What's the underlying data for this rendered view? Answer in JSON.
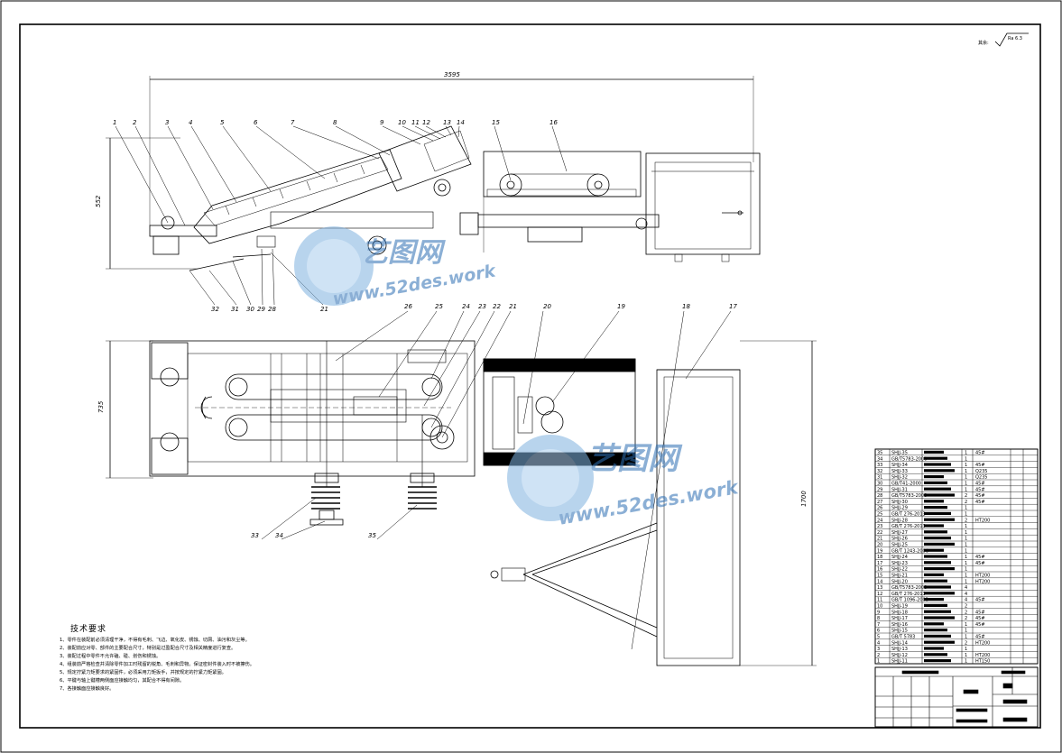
{
  "roughness": {
    "prefix": "其余:",
    "symbol": "√",
    "value": "Ra 6.3"
  },
  "dimensions": {
    "top_length": "3595",
    "left_height": "552",
    "plan_width": "735",
    "right_height": "1700"
  },
  "balloons_top": [
    "1",
    "2",
    "3",
    "4",
    "5",
    "6",
    "7",
    "8",
    "9",
    "10",
    "11",
    "12",
    "13",
    "14",
    "15",
    "16"
  ],
  "balloons_bottom_side": [
    "32",
    "31",
    "30",
    "29",
    "28",
    "21"
  ],
  "balloons_plan": [
    "26",
    "25",
    "24",
    "23",
    "22",
    "21",
    "20",
    "19",
    "18",
    "17"
  ],
  "balloons_plan_bottom": [
    "33",
    "34",
    "35"
  ],
  "watermark": {
    "brand": "艺图网",
    "url": "www.52des.work"
  },
  "requirements": {
    "title": "技术要求",
    "items": [
      "1、零件在装配前必须清理干净，不得有毛刺、飞边、氧化皮、锈蚀、切屑、油污和灰尘等。",
      "2、装配前应对零、部件的主要配合尺寸，特别是过盈配合尺寸及相关精度进行复查。",
      "3、装配过程中零件不允许磕、碰、划伤和锈蚀。",
      "4、组装前严格检查并清除零件加工时残留的锐角、毛刺和异物。保证密封件装入时不被擦伤。",
      "5、规定拧紧力矩要求的紧固件，必须采用力矩扳手，并按规定的拧紧力矩紧固。",
      "6、平键与轴上键槽两侧面应接触均匀，其配合不得有间隙。",
      "7、各接触面应接触良好。"
    ]
  },
  "bom": {
    "rows": [
      {
        "no": "35",
        "code": "SHJJ-35",
        "qty": "1",
        "mat": "45#"
      },
      {
        "no": "34",
        "code": "GB/T5783-2000",
        "qty": "1",
        "mat": ""
      },
      {
        "no": "33",
        "code": "SHJJ-34",
        "qty": "1",
        "mat": "45#"
      },
      {
        "no": "32",
        "code": "SHJJ-33",
        "qty": "1",
        "mat": "Q235"
      },
      {
        "no": "31",
        "code": "SHJJ-32",
        "qty": "1",
        "mat": "Q235"
      },
      {
        "no": "30",
        "code": "GB/T41-2000",
        "qty": "1",
        "mat": "45#"
      },
      {
        "no": "29",
        "code": "SHJJ-31",
        "qty": "1",
        "mat": "45#"
      },
      {
        "no": "28",
        "code": "GB/T5783-2000",
        "qty": "2",
        "mat": "45#"
      },
      {
        "no": "27",
        "code": "SHJJ-30",
        "qty": "2",
        "mat": "45#"
      },
      {
        "no": "26",
        "code": "SHJJ-29",
        "qty": "1",
        "mat": ""
      },
      {
        "no": "25",
        "code": "GB/T 276-2013",
        "qty": "1",
        "mat": ""
      },
      {
        "no": "24",
        "code": "SHJJ-28",
        "qty": "2",
        "mat": "HT200"
      },
      {
        "no": "23",
        "code": "GB/T 276-2013",
        "qty": "1",
        "mat": ""
      },
      {
        "no": "22",
        "code": "SHJJ-27",
        "qty": "1",
        "mat": ""
      },
      {
        "no": "21",
        "code": "SHJJ-26",
        "qty": "1",
        "mat": ""
      },
      {
        "no": "20",
        "code": "SHJJ-25",
        "qty": "1",
        "mat": ""
      },
      {
        "no": "19",
        "code": "GB/T 1243-2006",
        "qty": "1",
        "mat": ""
      },
      {
        "no": "18",
        "code": "SHJJ-24",
        "qty": "1",
        "mat": "45#"
      },
      {
        "no": "17",
        "code": "SHJJ-23",
        "qty": "1",
        "mat": "45#"
      },
      {
        "no": "16",
        "code": "SHJJ-22",
        "qty": "1",
        "mat": ""
      },
      {
        "no": "15",
        "code": "SHJJ-21",
        "qty": "1",
        "mat": "HT200"
      },
      {
        "no": "14",
        "code": "SHJJ-20",
        "qty": "1",
        "mat": "HT200"
      },
      {
        "no": "13",
        "code": "GB/T5783-2000",
        "qty": "4",
        "mat": ""
      },
      {
        "no": "12",
        "code": "GB/T 276-2013",
        "qty": "4",
        "mat": ""
      },
      {
        "no": "11",
        "code": "GB/T 1096-2003",
        "qty": "4",
        "mat": "45#"
      },
      {
        "no": "10",
        "code": "SHJJ-19",
        "qty": "2",
        "mat": ""
      },
      {
        "no": "9",
        "code": "SHJJ-18",
        "qty": "2",
        "mat": "45#"
      },
      {
        "no": "8",
        "code": "SHJJ-17",
        "qty": "2",
        "mat": "45#"
      },
      {
        "no": "7",
        "code": "SHJJ-16",
        "qty": "1",
        "mat": "45#"
      },
      {
        "no": "6",
        "code": "SHJJ-15",
        "qty": "1",
        "mat": ""
      },
      {
        "no": "5",
        "code": "GB/T 5783",
        "qty": "1",
        "mat": "45#"
      },
      {
        "no": "4",
        "code": "SHJJ-14",
        "qty": "2",
        "mat": "HT200"
      },
      {
        "no": "3",
        "code": "SHJJ-13",
        "qty": "1",
        "mat": ""
      },
      {
        "no": "2",
        "code": "SHJJ-12",
        "qty": "1",
        "mat": "HT200"
      },
      {
        "no": "1",
        "code": "SHJJ-11",
        "qty": "1",
        "mat": "HT150"
      }
    ]
  }
}
